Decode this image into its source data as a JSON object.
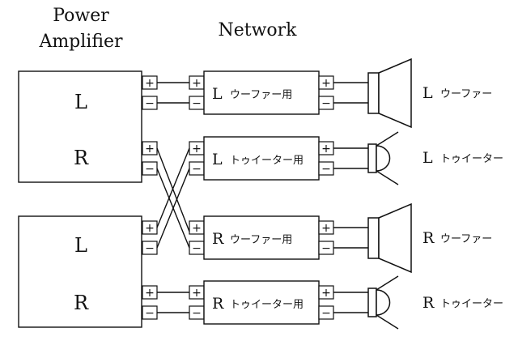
{
  "headings": {
    "amp_line1": "Power",
    "amp_line2": "Amplifier",
    "network": "Network"
  },
  "amplifiers": [
    {
      "top_channel": "L",
      "bottom_channel": "R"
    },
    {
      "top_channel": "L",
      "bottom_channel": "R"
    }
  ],
  "terminal_symbols": {
    "plus": "+",
    "minus": "−"
  },
  "networks": [
    {
      "channel": "L",
      "type": "ウーファー用"
    },
    {
      "channel": "L",
      "type": "トゥイーター用"
    },
    {
      "channel": "R",
      "type": "ウーファー用"
    },
    {
      "channel": "R",
      "type": "トゥイーター用"
    }
  ],
  "speakers": [
    {
      "channel": "L",
      "type": "ウーファー",
      "kind": "woofer"
    },
    {
      "channel": "L",
      "type": "トゥイーター",
      "kind": "tweeter"
    },
    {
      "channel": "R",
      "type": "ウーファー",
      "kind": "woofer"
    },
    {
      "channel": "R",
      "type": "トゥイーター",
      "kind": "tweeter"
    }
  ]
}
